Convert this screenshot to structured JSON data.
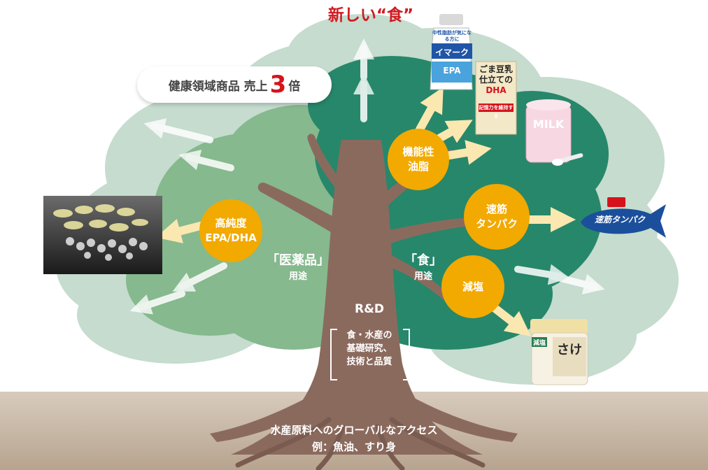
{
  "title": "新しい“食”",
  "badge": {
    "prefix": "健康領域商品 売上",
    "number": "3",
    "suffix": "倍"
  },
  "uses": {
    "pharma": {
      "title": "「医薬品」",
      "sub": "用途"
    },
    "food": {
      "title": "「食」",
      "sub": "用途"
    }
  },
  "circles": {
    "functional_oil": {
      "line1": "機能性",
      "line2": "油脂"
    },
    "epa_dha": {
      "line1": "高純度",
      "line2": "EPA/DHA"
    },
    "protein": {
      "line1": "速筋",
      "line2": "タンパク"
    },
    "salt": {
      "line1": "減塩",
      "line2": ""
    }
  },
  "rd": {
    "title": "R&D",
    "lines": [
      "食・水産の",
      "基礎研究、",
      "技術と品質"
    ]
  },
  "ground": {
    "line1": "水産原料へのグローバルなアクセス",
    "line2": "例：魚油、すり身"
  },
  "products": {
    "drink_bottle": {
      "brand": "イマーク",
      "sub": "EPA",
      "top": "中性脂肪が気になる方に"
    },
    "carton": {
      "line1": "ごま豆乳",
      "line2": "仕立ての",
      "line3": "DHA",
      "small": "記憶力を維持する"
    },
    "milk_can": {
      "label": "MILK"
    },
    "protein_logo": {
      "label": "速筋タンパク"
    },
    "salmon_jar": {
      "label1": "減塩",
      "label2": "さけ"
    }
  },
  "colors": {
    "title_red": "#d11a22",
    "orange_circle": "#f2a900",
    "light_green": "#b8d6c6",
    "mid_green": "#6aa878",
    "dark_teal": "#27876a",
    "trunk": "#8b6a5e",
    "ground": "#c7b7a6",
    "arrow": "#fbe7b0"
  },
  "icons": {
    "arrow": "arrow-icon",
    "capsules": "capsules-image",
    "bottle": "bottle-image",
    "carton": "carton-image",
    "milk": "milk-can-image",
    "fish": "fish-logo",
    "jar": "salmon-jar-image"
  }
}
